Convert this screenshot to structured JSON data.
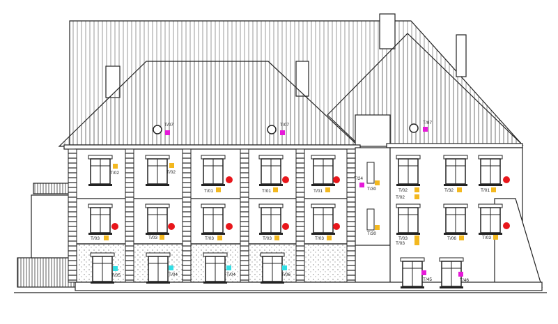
{
  "drawing": {
    "colors": {
      "outline": "#222222",
      "marker_red": "#e8161b",
      "marker_yellow": "#f3b81f",
      "marker_magenta": "#e619d9",
      "marker_cyan": "#33dfe6"
    },
    "labels": {
      "roof": [
        "T/07",
        "T/07",
        "T/07"
      ],
      "top_floor": [
        "T/02",
        "T/02",
        "T/01",
        "T/01",
        "T/01"
      ],
      "middle_floor": [
        "T/03",
        "T/03",
        "T/03",
        "T/03",
        "T/03"
      ],
      "ground_floor": [
        "T/05",
        "T/04",
        "T/04",
        "T/06"
      ],
      "wing": [
        "T/24",
        "T/30",
        "T/30",
        "T/02",
        "T/02",
        "T/32",
        "T/01",
        "T/03",
        "T/03",
        "T/06",
        "T/03",
        "T/45",
        "T/46"
      ]
    }
  }
}
